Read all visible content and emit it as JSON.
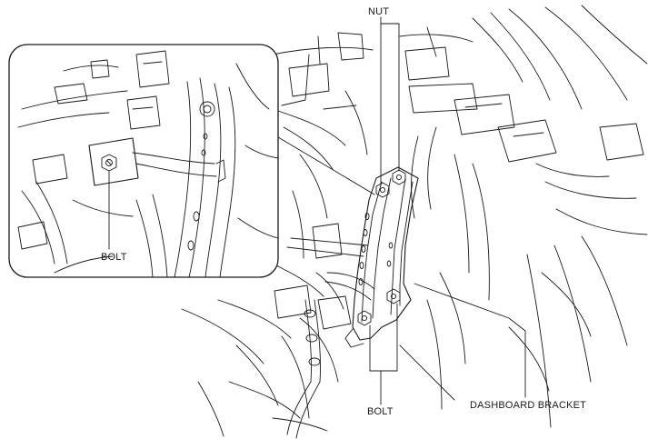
{
  "labels": {
    "nut": "NUT",
    "bolt_inset": "BOLT",
    "bolt_main": "BOLT",
    "dashboard_bracket": "DASHBOARD BRACKET"
  },
  "colors": {
    "line": "#1a1a1a",
    "background": "#ffffff"
  }
}
